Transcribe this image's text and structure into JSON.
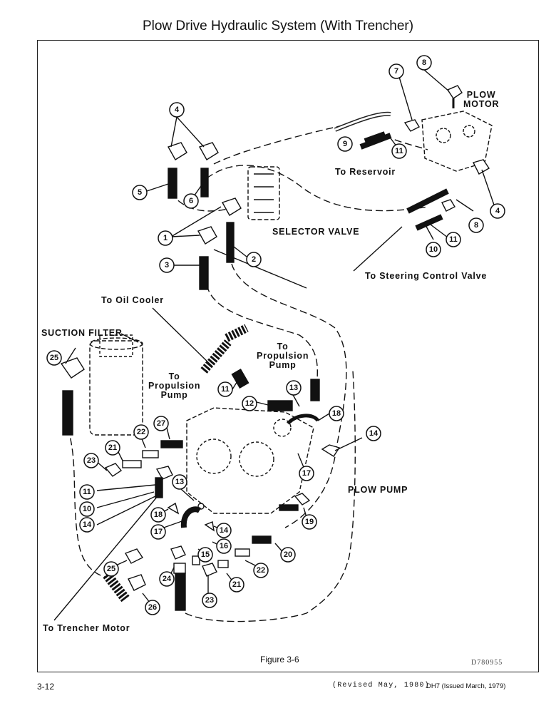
{
  "title": "Plow Drive Hydraulic System (With Trencher)",
  "labels": {
    "plow_motor_line1": "PLOW",
    "plow_motor_line2": "MOTOR",
    "to_reservoir": "To Reservoir",
    "selector_valve": "SELECTOR VALVE",
    "to_steering": "To Steering Control Valve",
    "to_oil_cooler": "To Oil Cooler",
    "suction_filter": "SUCTION FILTER",
    "to_propulsion_right_1": "To",
    "to_propulsion_right_2": "Propulsion",
    "to_propulsion_right_3": "Pump",
    "to_propulsion_left_1": "To",
    "to_propulsion_left_2": "Propulsion",
    "to_propulsion_left_3": "Pump",
    "plow_pump": "PLOW PUMP",
    "to_trencher_motor": "To Trencher Motor"
  },
  "figure_caption": "Figure 3-6",
  "drawing_code": "D780955",
  "page_number": "3-12",
  "revision": "(Revised May, 1980)",
  "issue": "DH7 (Issued March, 1979)",
  "callouts": [
    "8",
    "7",
    "4",
    "9",
    "11",
    "5",
    "6",
    "4",
    "8",
    "1",
    "2",
    "3",
    "11",
    "10",
    "25",
    "11",
    "13",
    "12",
    "18",
    "14",
    "27",
    "22",
    "21",
    "23",
    "17",
    "13",
    "11",
    "10",
    "14",
    "18",
    "17",
    "19",
    "14",
    "16",
    "15",
    "20",
    "25",
    "24",
    "22",
    "21",
    "23",
    "26"
  ]
}
